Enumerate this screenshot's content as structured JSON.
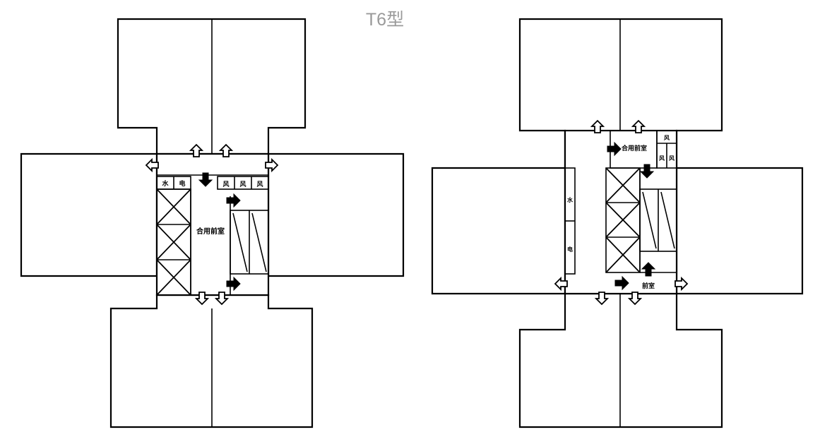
{
  "title": "T6型",
  "labels": {
    "left_core": "合用前室",
    "right_core": "合用前室",
    "left_shaft_a": "水",
    "left_shaft_b": "电",
    "left_util_1": "风",
    "left_util_2": "风",
    "left_util_3": "风",
    "right_util_1": "风",
    "right_util_2": "风",
    "right_util_3": "风",
    "right_shaft_a": "水",
    "right_shaft_b": "电",
    "right_hall": "前室"
  },
  "colors": {
    "line": "#000000",
    "title": "#9a9a9a",
    "background": "#ffffff"
  },
  "icons": [
    "hollow-arrow-icon",
    "solid-arrow-icon",
    "elevator-cross-icon",
    "stair-icon"
  ]
}
